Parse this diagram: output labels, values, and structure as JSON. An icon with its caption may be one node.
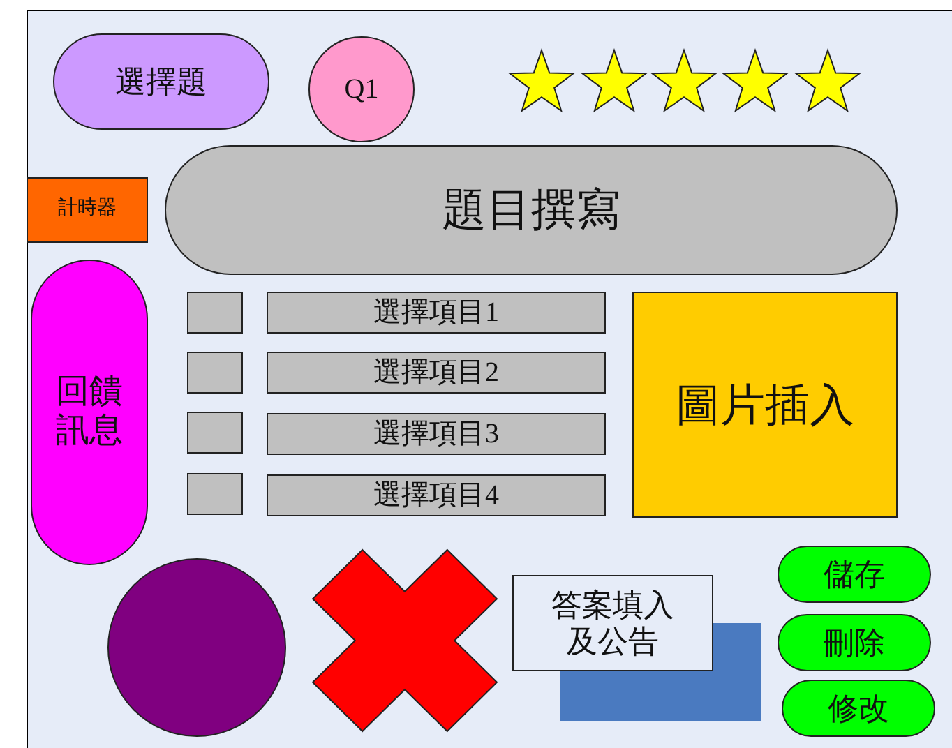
{
  "diagram": {
    "nodes": [
      {
        "text": [
          "選擇題"
        ]
      },
      {
        "text": [
          "Q1"
        ]
      },
      {
        "text": [],
        "shape": "star"
      },
      {
        "text": [],
        "shape": "star"
      },
      {
        "text": [],
        "shape": "star"
      },
      {
        "text": [],
        "shape": "star"
      },
      {
        "text": [],
        "shape": "star"
      },
      {
        "text": [
          "計時器"
        ]
      },
      {
        "text": [
          "題目撰寫"
        ]
      },
      {
        "text": [
          "回饋訊息"
        ]
      },
      {
        "text": [],
        "shape": "box"
      },
      {
        "text": [
          "選擇項目1"
        ]
      },
      {
        "text": [],
        "shape": "box"
      },
      {
        "text": [
          "選擇項目2"
        ]
      },
      {
        "text": [],
        "shape": "box"
      },
      {
        "text": [
          "選擇項目3"
        ]
      },
      {
        "text": [],
        "shape": "box"
      },
      {
        "text": [
          "選擇項目4"
        ]
      },
      {
        "text": [
          "圖片插入"
        ]
      },
      {
        "text": [
          "儲存"
        ]
      },
      {
        "text": [],
        "shape": "circle"
      },
      {
        "text": [],
        "shape": "cross"
      },
      {
        "text": [
          "答案填入及公告"
        ]
      },
      {
        "text": [],
        "shape": "box"
      },
      {
        "text": [
          "刪除"
        ]
      },
      {
        "text": [
          "修改"
        ]
      }
    ]
  }
}
